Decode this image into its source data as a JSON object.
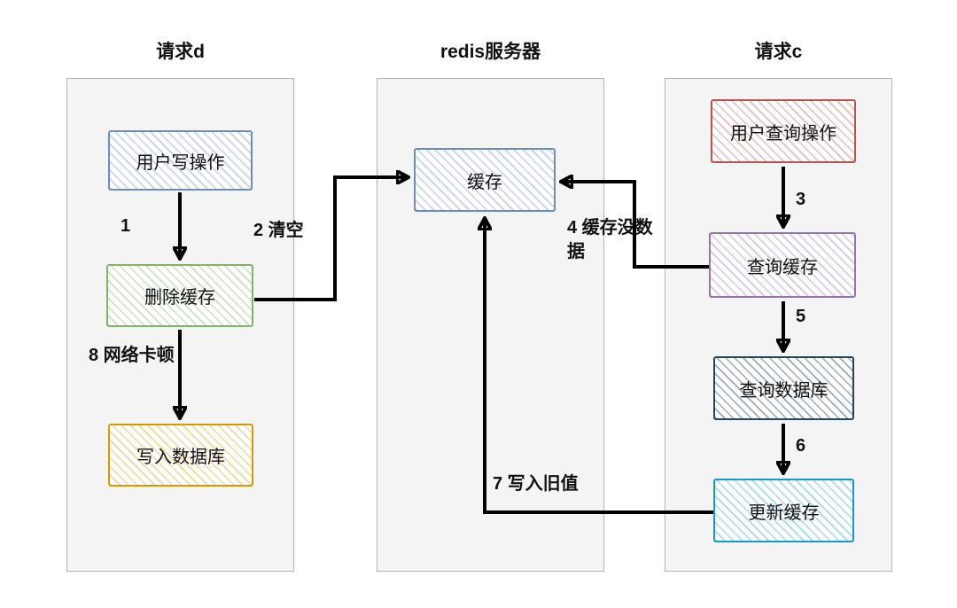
{
  "lanes": [
    {
      "id": "request-d",
      "title": "请求d",
      "nodes": [
        {
          "id": "user-write",
          "label": "用户写操作"
        },
        {
          "id": "delete-cache",
          "label": "删除缓存"
        },
        {
          "id": "write-db",
          "label": "写入数据库"
        }
      ]
    },
    {
      "id": "redis-server",
      "title": "redis服务器",
      "nodes": [
        {
          "id": "cache",
          "label": "缓存"
        }
      ]
    },
    {
      "id": "request-c",
      "title": "请求c",
      "nodes": [
        {
          "id": "user-query",
          "label": "用户查询操作"
        },
        {
          "id": "query-cache",
          "label": "查询缓存"
        },
        {
          "id": "query-db",
          "label": "查询数据库"
        },
        {
          "id": "update-cache",
          "label": "更新缓存"
        }
      ]
    }
  ],
  "edges": [
    {
      "label": "1",
      "from": "用户写操作",
      "to": "删除缓存"
    },
    {
      "label": "2 清空",
      "from": "删除缓存",
      "to": "缓存"
    },
    {
      "label": "3",
      "from": "用户查询操作",
      "to": "查询缓存"
    },
    {
      "label": "4 缓存没数据",
      "from": "查询缓存",
      "to": "缓存"
    },
    {
      "label": "5",
      "from": "查询缓存",
      "to": "查询数据库"
    },
    {
      "label": "6",
      "from": "查询数据库",
      "to": "更新缓存"
    },
    {
      "label": "7 写入旧值",
      "from": "更新缓存",
      "to": "缓存"
    },
    {
      "label": "8 网络卡顿",
      "from": "删除缓存",
      "to": "写入数据库"
    }
  ],
  "colors": {
    "lane_fill": "#f4f4f4",
    "lane_border": "#b3b3b3",
    "arrow": "#000000",
    "nodes": {
      "user_write": "#6c8ebf",
      "delete_cache": "#82b366",
      "write_db": "#d79b00",
      "cache": "#6c8ebf",
      "user_query": "#b85450",
      "query_cache": "#9673a6",
      "query_db": "#23445d",
      "update_cache": "#1699d3"
    }
  }
}
